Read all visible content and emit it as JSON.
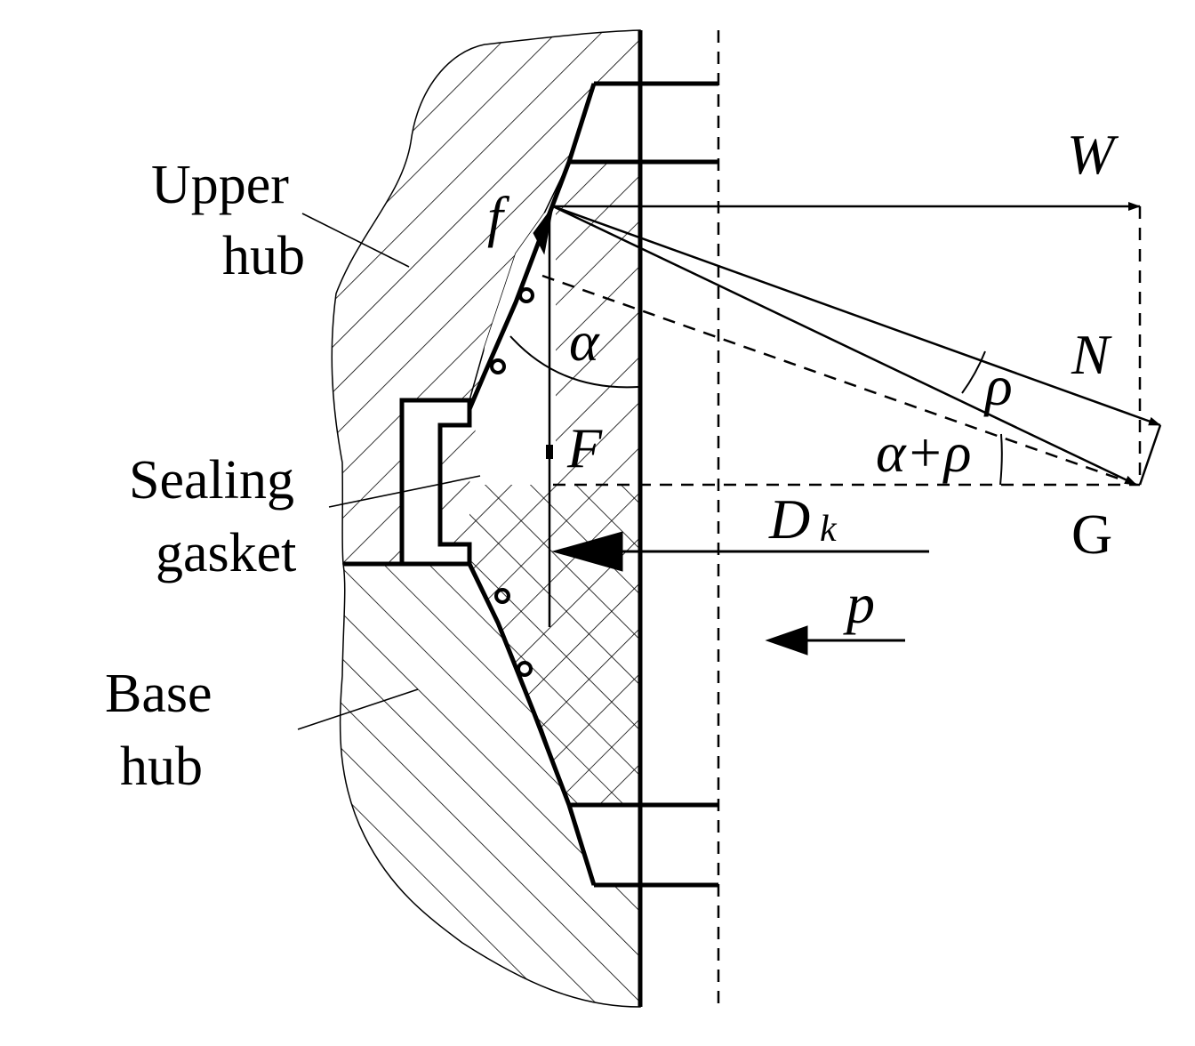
{
  "labels": {
    "upper_hub_line1": "Upper",
    "upper_hub_line2": "hub",
    "sealing_gasket_line1": "Sealing",
    "sealing_gasket_line2": "gasket",
    "base_hub_line1": "Base",
    "base_hub_line2": "hub"
  },
  "symbols": {
    "W": "W",
    "f": "f",
    "N": "N",
    "alpha": "α",
    "rho": "ρ",
    "alpha_plus_rho": "α+ρ",
    "F": "F",
    "D": "D",
    "k": "k",
    "G": "G",
    "p": "p"
  },
  "colors": {
    "line": "#000000",
    "background": "#ffffff"
  }
}
